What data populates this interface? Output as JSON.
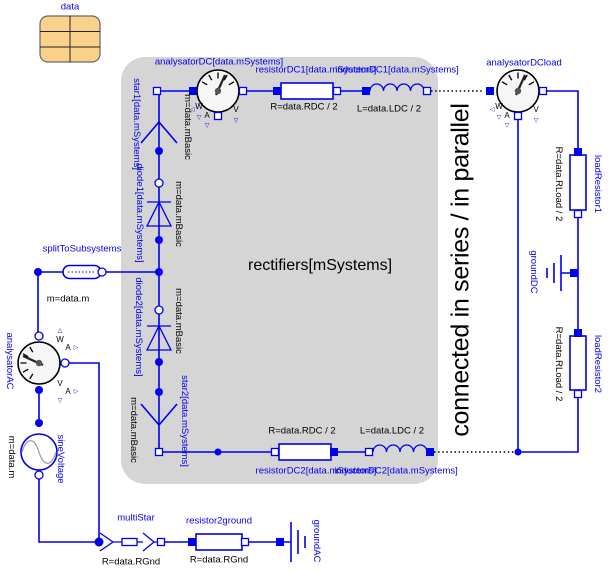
{
  "record": {
    "name": "data"
  },
  "group": {
    "caption": "rectifiers[mSystems]"
  },
  "annotation": {
    "vertical_note": "connected in series / in parallel"
  },
  "components": {
    "analysatorDC": "analysatorDC[data.mSystems]",
    "resistorDC1": "resistorDC1[data.mSystems]",
    "inductorDC1": "inductorDC1[data.mSystems]",
    "analysatorDCload": "analysatorDCload",
    "star1": "star1[data.mSystems]",
    "diode1": "diode1[data.mSystems]",
    "diode2": "diode2[data.mSystems]",
    "star2": "star2[data.mSystems]",
    "resistorDC2": "resistorDC2[data.mSystems]",
    "inductorDC2": "inductorDC2[data.mSystems]",
    "splitToSubsystems": "splitToSubsystems",
    "analysatorAC": "analysatorAC",
    "sineVoltage": "sineVoltage",
    "multiStar": "multiStar",
    "resistor2ground": "resistor2ground",
    "groundAC": "groundAC",
    "groundDC": "groundDC",
    "loadResistor1": "loadResistor1",
    "loadResistor2": "loadResistor2"
  },
  "params": {
    "rdc": "R=data.RDC / 2",
    "ldc": "L=data.LDC / 2",
    "m_basic": "m=data.mBasic",
    "m": "m=data.m",
    "rgnd": "R=data.RGnd",
    "rload": "R=data.RLoad / 2"
  },
  "sensor_marks": {
    "w": "W",
    "a": "A",
    "v": "V",
    "tri_down": "▽",
    "tri_left": "◁",
    "tri_up": "△",
    "tri_right": "▷"
  },
  "colors": {
    "wire": "#0000ee",
    "label": "#0000ee",
    "param_text": "#000000",
    "group_fill": "#d5d5d5",
    "record_fill": "#f9d18b"
  }
}
